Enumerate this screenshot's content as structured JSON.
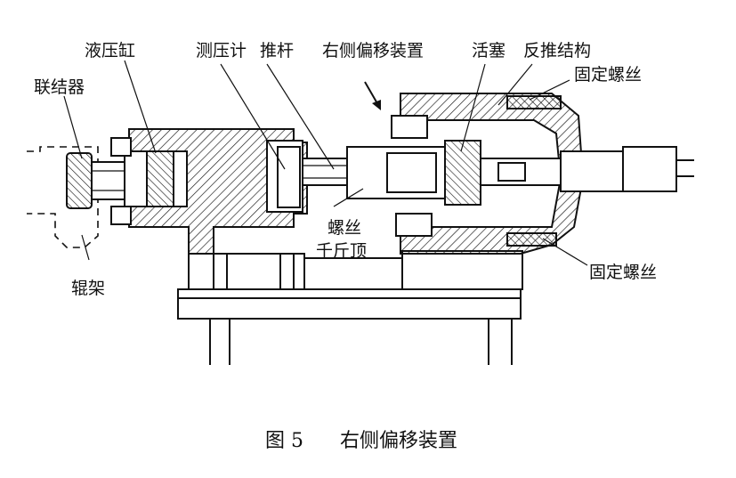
{
  "labels": {
    "coupler": "联结器",
    "hydraulic_cylinder": "液压缸",
    "pressure_gauge": "测压计",
    "push_rod": "推杆",
    "right_offset_device": "右侧偏移装置",
    "piston": "活塞",
    "reaction_structure": "反推结构",
    "fixing_screw_top": "固定螺丝",
    "fixing_screw_bottom": "固定螺丝",
    "screw_jack_line1": "螺丝",
    "screw_jack_line2": "千斤顶",
    "roller_frame": "辊架"
  },
  "caption": {
    "figure_number": "图 5",
    "title": "右侧偏移装置"
  }
}
